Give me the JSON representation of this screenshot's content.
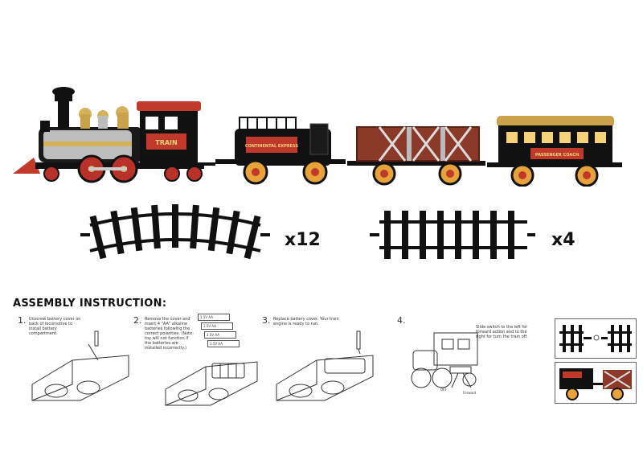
{
  "locomotive": {
    "plate": "TRAIN"
  },
  "tender": {
    "plate": "CONTINENTAL EXPRESS"
  },
  "coach": {
    "plate": "PASSENGER COACH"
  },
  "tracks": {
    "curved_qty": "x12",
    "straight_qty": "x4"
  },
  "instructions": {
    "heading": "ASSEMBLY INSTRUCTION:",
    "steps": [
      {
        "num": "1.",
        "text": "Unscrew battery cover on back of locomotive to install battery compartment."
      },
      {
        "num": "2.",
        "text": "Remove the cover and insert 4 \"AA\" alkaline batteries following the correct polarities. (Note: toy will not function if the batteries are installed incorrectly.)"
      },
      {
        "num": "3.",
        "text": "Replace battery cover. Your train engine is ready to run."
      },
      {
        "num": "4.",
        "text": "Slide switch to the left for forward action and to the right for turn the train off."
      }
    ],
    "battery_labels": [
      "1.5V AA",
      "1.5V AA",
      "1.5V AA",
      "1.5V AA"
    ],
    "switch_labels": {
      "forward": "Forward",
      "off": "OFF"
    }
  },
  "colors": {
    "black": "#111111",
    "red": "#b8322a",
    "gold": "#c9a24a",
    "silver": "#c8c8c8",
    "brown": "#8b3a2a",
    "orange_wheel": "#e07a2a"
  }
}
